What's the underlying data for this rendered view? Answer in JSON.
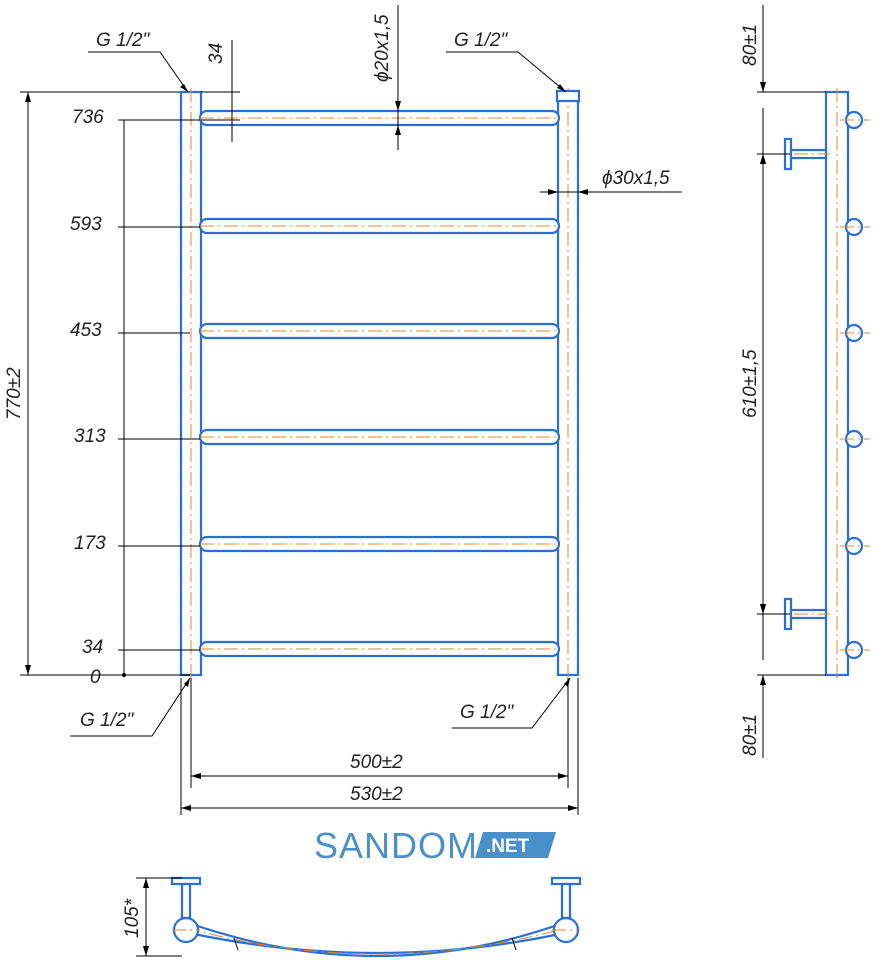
{
  "front_view": {
    "thread_top_left": "G 1/2\"",
    "thread_top_right": "G 1/2\"",
    "thread_bottom_left": "G 1/2\"",
    "thread_bottom_right": "G 1/2\"",
    "rung_pipe": "ϕ20x1,5",
    "side_pipe": "ϕ30x1,5",
    "top_offset": "34",
    "height": "770±2",
    "inner_width": "500±2",
    "outer_width": "530±2",
    "rung_levels": [
      "736",
      "593",
      "453",
      "313",
      "173",
      "34",
      "0"
    ]
  },
  "side_view": {
    "top_offset": "80±1",
    "mount_spacing": "610±1,5",
    "bottom_offset": "80±1"
  },
  "top_view": {
    "depth": "105*"
  },
  "watermark": {
    "name": "SANDOM",
    "suffix": ".NET"
  },
  "colors": {
    "pipe": "#2a6fd6",
    "axis": "#e08a2a",
    "watermark": "#4a90c8"
  }
}
